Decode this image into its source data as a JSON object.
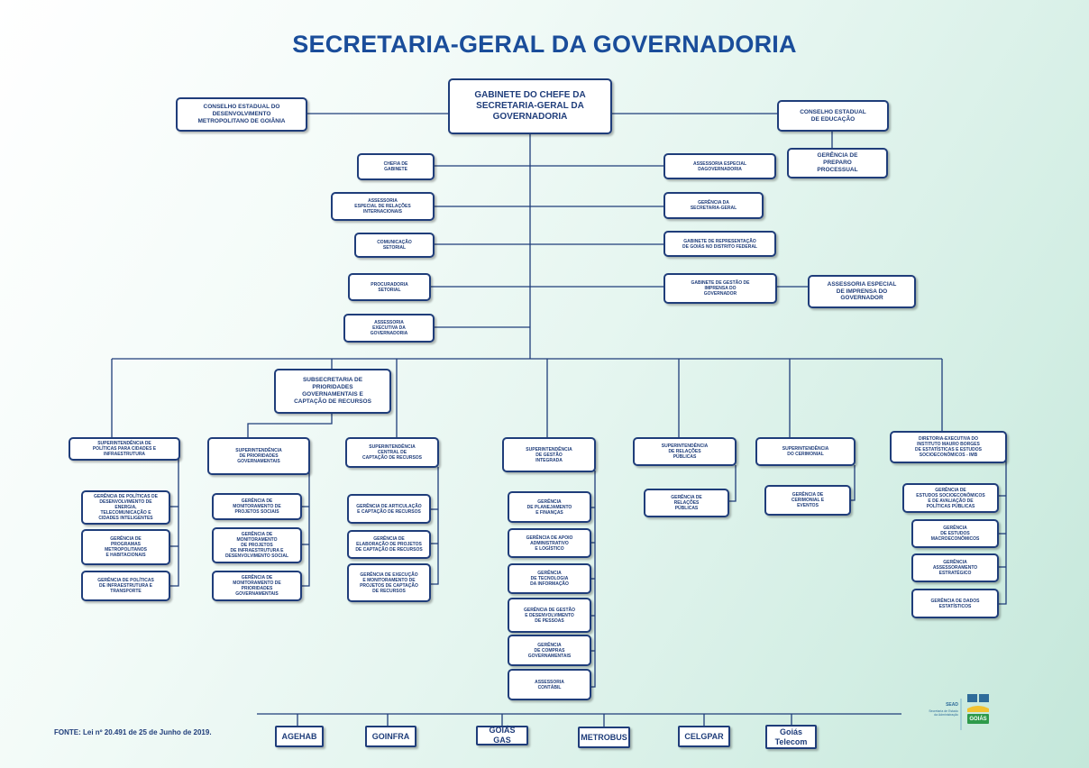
{
  "title": "SECRETARIA-GERAL DA GOVERNADORIA",
  "chief": "GABINETE DO CHEFE DA\nSECRETARIA-GERAL DA\nGOVERNADORIA",
  "council_metro": "CONSELHO ESTADUAL DO\nDESENVOLVIMENTO\nMETROPOLITANO DE GOIÂNIA",
  "council_education": "CONSELHO ESTADUAL\nDE EDUCAÇÃO",
  "gerencia_preparo": "GERÊNCIA DE\nPREPARO\nPROCESSUAL",
  "left_staff": [
    "CHEFIA DE\nGABINETE",
    "ASSESSORIA\nESPECIAL DE RELAÇÕES\nINTERNACIONAIS",
    "COMUNICAÇÃO\nSETORIAL",
    "PROCURADORIA\nSETORIAL",
    "ASSESSORIA\nEXECUTIVA DA\nGOVERNADORIA"
  ],
  "right_staff": [
    "ASSESSORIA ESPECIAL\nDAGOVERNADORIA",
    "GERÊNCIA DA\nSECRETARIA-GERAL",
    "GABINETE DE REPRESENTAÇÃO\nDE GOIÁS NO DISTRITO FEDERAL",
    "GABINETE DE GESTÃO DE\nIMPRENSA DO\nGOVERNADOR"
  ],
  "assessoria_imprensa": "ASSESSORIA ESPECIAL\nDE IMPRENSA DO\nGOVERNADOR",
  "subsecretaria": "SUBSECRETARIA DE\nPRIORIDADES\nGOVERNAMENTAIS E\nCAPTAÇÃO DE RECURSOS",
  "columns": [
    {
      "head": "SUPERINTENDÊNCIA DE\nPOLÍTICAS PARA CIDADES E\nINFRAESTRUTURA",
      "children": [
        "GERÊNCIA DE POLÍTICAS DE\nDESENVOLVIMENTO DE\nENERGIA,\nTELECOMUNICAÇÃO E\nCIDADES INTELIGENTES",
        "GERÊNCIA DE\nPROGRAMAS\nMETROPOLITANOS\nE HABITACIONAIS",
        "GERÊNCIA DE POLÍTICAS\nDE INFRAESTRUTURA E\nTRANSPORTE"
      ]
    },
    {
      "head": "SUPERINTENDÊNCIA\nDE PRIORIDADES\nGOVERNAMENTAIS",
      "children": [
        "GERÊNCIA DE\nMONITORAMENTO DE\nPROJETOS SOCIAIS",
        "GERÊNCIA DE\nMONITORAMENTO\nDE PROJETOS\nDE INFRAESTRUTURA E\nDESENVOLVIMENTO SOCIAL",
        "GERÊNCIA DE\nMONITORAMENTO DE\nPRIORIDADES\nGOVERNAMENTAIS"
      ]
    },
    {
      "head": "SUPERINTENDÊNCIA\nCENTRAL DE\nCAPTAÇÃO DE RECURSOS",
      "children": [
        "GERÊNCIA DE ARTICULAÇÃO\nE CAPTAÇÃO DE RECURSOS",
        "GERÊNCIA DE\nELABORAÇÃO DE PROJETOS\nDE CAPTAÇÃO DE RECURSOS",
        "GERÊNCIA DE EXECUÇÃO\nE MONITORAMENTO DE\nPROJETOS DE CAPTAÇÃO\nDE RECURSOS"
      ]
    },
    {
      "head": "SUPERINTENDÊNCIA\nDE GESTÃO\nINTEGRADA",
      "children": [
        "GERÊNCIA\nDE PLANEJAMENTO\nE FINANÇAS",
        "GERÊNCIA DE APOIO\nADMINISTRATIVO\nE LOGÍSTICO",
        "GERÊNCIA\nDE TECNOLOGIA\nDA INFORMAÇÃO",
        "GERÊNCIA DE GESTÃO\nE DESENVOLVIMENTO\nDE PESSOAS",
        "GERÊNCIA\nDE COMPRAS\nGOVERNAMENTAIS",
        "ASSESSORIA\nCONTÁBIL"
      ]
    },
    {
      "head": "SUPERINTENDÊNCIA\nDE RELAÇÕES\nPÚBLICAS",
      "children": [
        "GERÊNCIA DE\nRELAÇÕES\nPÚBLICAS"
      ]
    },
    {
      "head": "SUPERINTENDÊNCIA\nDO CERIMONIAL",
      "children": [
        "GERÊNCIA DE\nCERIMONIAL E\nEVENTOS"
      ]
    },
    {
      "head": "DIRETORIA-EXECUTIVA DO\nINSTITUTO MAURO BORGES\nDE ESTATÍSTICAS E ESTUDOS\nSOCIOECONÔMICOS - IMB",
      "children": [
        "GERÊNCIA DE\nESTUDOS SOCIOECONÔMICOS\nE DE AVALIAÇÃO DE\nPOLÍTICAS PÚBLICAS",
        "GERÊNCIA\nDE ESTUDOS\nMACROECONÔMICOS",
        "GERÊNCIA\nASSESSORAMENTO\nESTRATÉGICO",
        "GERÊNCIA DE DADOS\nESTATÍSTICOS"
      ]
    }
  ],
  "companies": [
    "AGEHAB",
    "GOINFRA",
    "GOIÁS GAS",
    "METROBUS",
    "CELGPAR",
    "Goiás\nTelecom"
  ],
  "footer": {
    "source": "FONTE: Lei nº 20.491 de 25 de Junho de 2019."
  },
  "logo": {
    "acronym": "SEAD",
    "subtitle": "Secretaria de Estado\nda Administração",
    "brand": "GOIÁS"
  },
  "colors": {
    "line": "#1f3d7a",
    "title": "#1a4d9a",
    "background_tint": "#cfece1"
  }
}
